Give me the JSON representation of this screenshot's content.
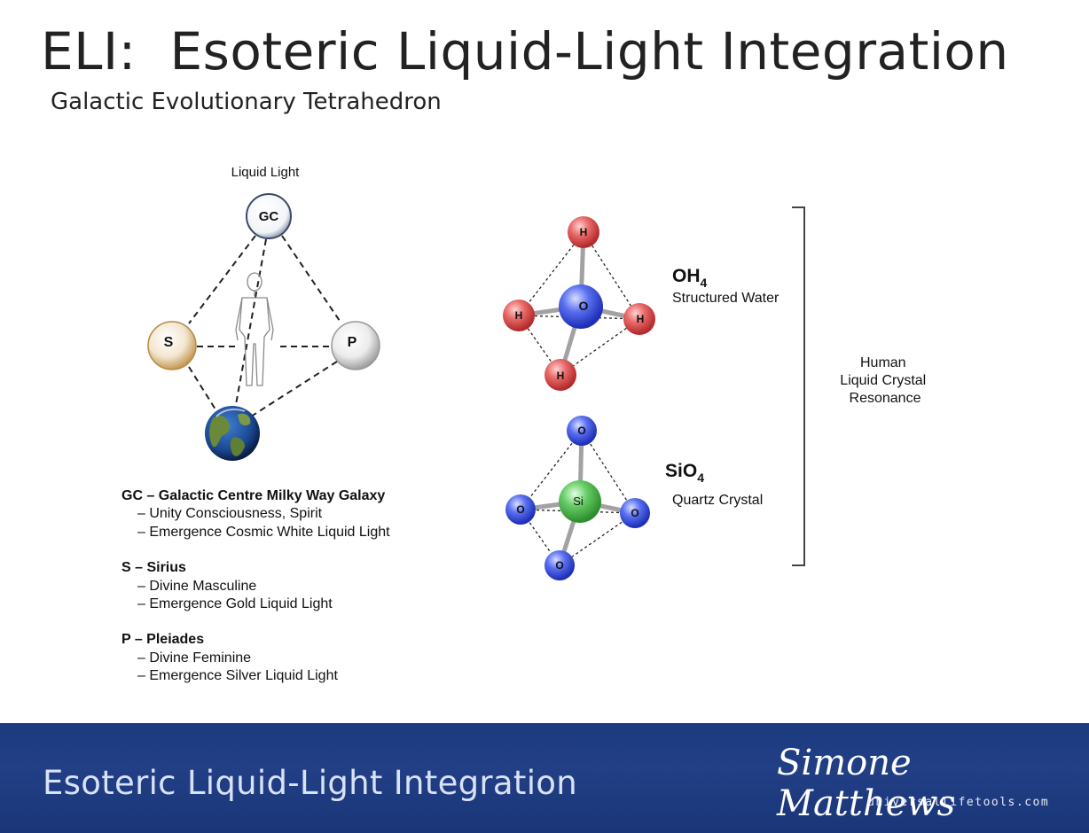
{
  "header": {
    "title": "ELI:  Esoteric Liquid-Light Integration",
    "subtitle": "Galactic Evolutionary Tetrahedron"
  },
  "tetrahedron": {
    "top_label": "Liquid Light",
    "nodes": {
      "gc": "GC",
      "s": "S",
      "p": "P"
    },
    "colors": {
      "gc": "#e9edf4",
      "s": "#d8b682",
      "p": "#d2d2d2",
      "earth": "#1e4f96"
    }
  },
  "molecules": {
    "oh4": {
      "formula_base": "OH",
      "formula_sub": "4",
      "name": "Structured Water",
      "center": "O",
      "outer": [
        "H",
        "H",
        "H",
        "H"
      ]
    },
    "sio4": {
      "formula_base": "SiO",
      "formula_sub": "4",
      "name": "Quartz Crystal",
      "center": "Si",
      "outer": [
        "O",
        "O",
        "O",
        "O"
      ]
    },
    "colors": {
      "hydrogen": "#e05a5a",
      "oxygen": "#4a63e8",
      "silicon": "#5cc45c",
      "bond": "#9a9a9a"
    },
    "bracket_label": [
      "Human",
      "Liquid Crystal",
      "Resonance"
    ]
  },
  "legend": [
    {
      "head": "GC – Galactic Centre Milky Way Galaxy",
      "lines": [
        "– Unity Consciousness, Spirit",
        "– Emergence Cosmic White Liquid Light"
      ]
    },
    {
      "head": "S – Sirius",
      "lines": [
        "– Divine Masculine",
        "– Emergence Gold Liquid Light"
      ]
    },
    {
      "head": "P – Pleiades",
      "lines": [
        "– Divine Feminine",
        "– Emergence Silver Liquid Light"
      ]
    }
  ],
  "footer": {
    "text": "Esoteric Liquid-Light Integration",
    "signature": "Simone Matthews",
    "website": "universallifetools.com",
    "color": "#1c3a80"
  }
}
